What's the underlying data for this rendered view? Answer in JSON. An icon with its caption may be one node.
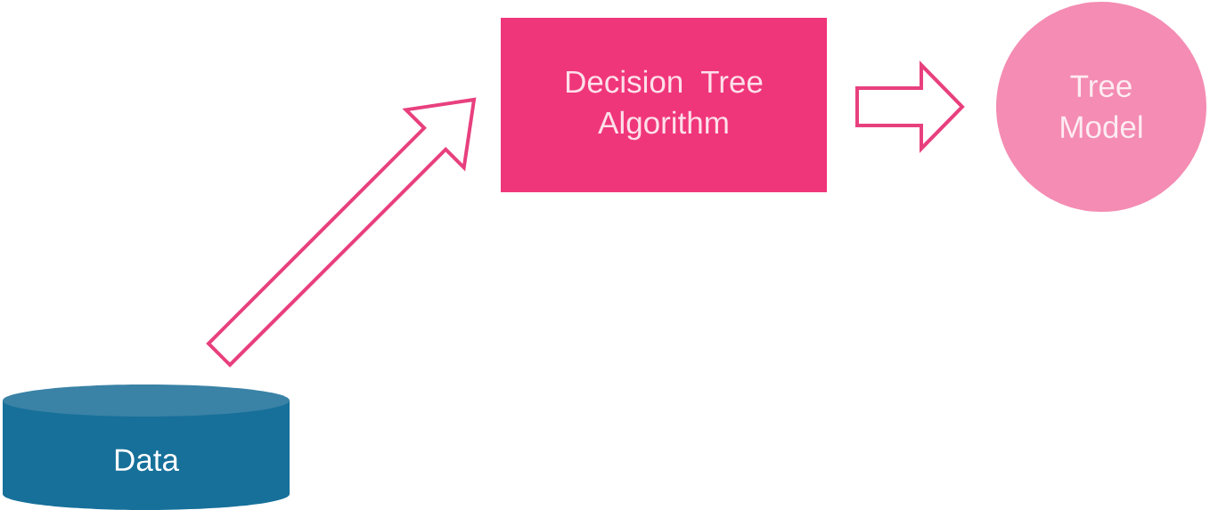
{
  "diagram": {
    "nodes": [
      {
        "text": [
          "Data"
        ]
      },
      {
        "text": [
          "Decision Tree Algorithm"
        ]
      },
      {
        "text": [
          "Tree Model"
        ]
      }
    ],
    "edges": [
      {
        "from": 0,
        "to": 1,
        "arrow": "to"
      },
      {
        "from": 1,
        "to": 2,
        "arrow": "to"
      }
    ]
  }
}
